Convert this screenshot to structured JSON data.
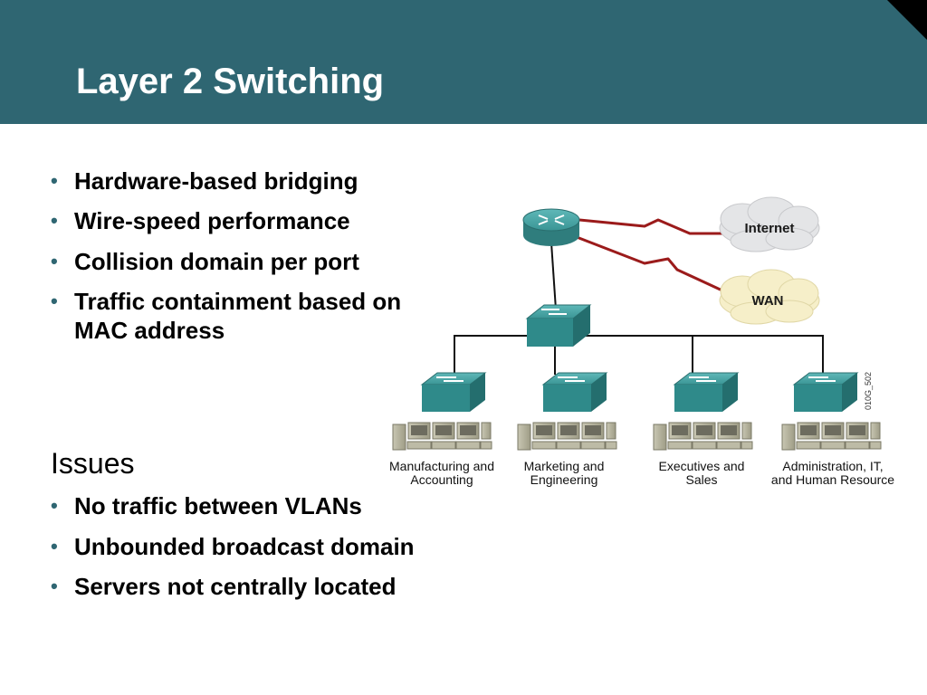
{
  "slide": {
    "title": "Layer 2 Switching",
    "bullets": [
      "Hardware-based bridging",
      "Wire-speed performance",
      "Collision domain per port",
      "Traffic containment based on MAC address"
    ],
    "issues_heading": "Issues",
    "issues": [
      "No traffic between VLANs",
      "Unbounded broadcast domain",
      "Servers not centrally located"
    ]
  },
  "diagram": {
    "clouds": [
      "Internet",
      "WAN"
    ],
    "groups": [
      [
        "Manufacturing and",
        "Accounting"
      ],
      [
        "Marketing and",
        "Engineering"
      ],
      [
        "Executives and",
        "Sales"
      ],
      [
        "Administration, IT,",
        "and Human Resource"
      ]
    ],
    "figure_code": "010G_502"
  },
  "colors": {
    "header": "#2f6672",
    "device": "#3f9a9a",
    "serial_link": "#9b1b1b"
  }
}
